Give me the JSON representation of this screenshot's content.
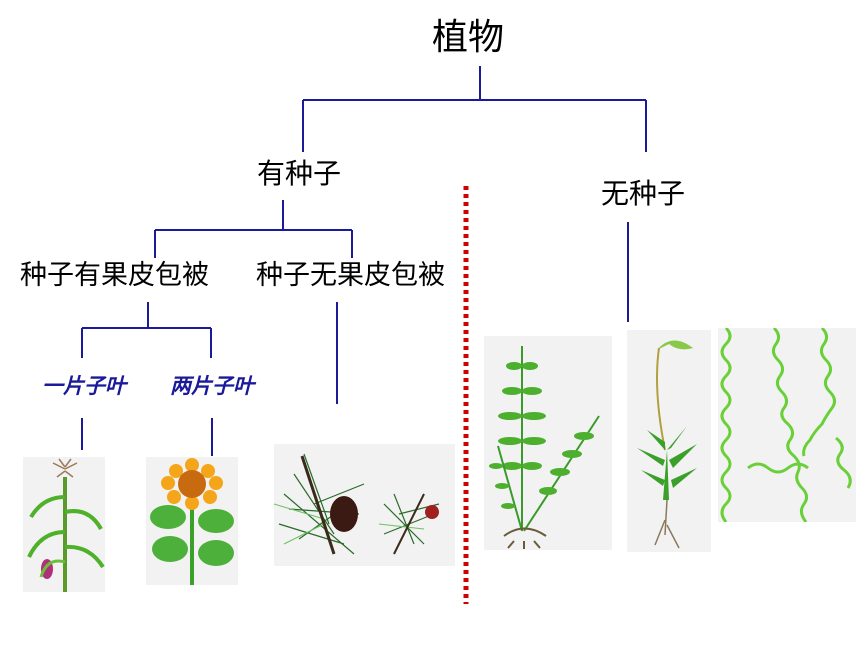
{
  "root": "植物",
  "seeded": {
    "label": "有种子",
    "angiosperm": {
      "label": "种子有果皮包被",
      "monocot": "一片子叶",
      "dicot": "两片子叶"
    },
    "gymnosperm": {
      "label": "种子无果皮包被"
    }
  },
  "seedless": {
    "label": "无种子"
  },
  "colors": {
    "tree_lines": "#1a1a9a",
    "divider": "#d00000",
    "subclass_text": "#1a1a9a"
  },
  "images": [
    "corn-plant",
    "sunflower-plant",
    "pine-branch",
    "fern-plant",
    "moss-plant",
    "algae-strands"
  ]
}
